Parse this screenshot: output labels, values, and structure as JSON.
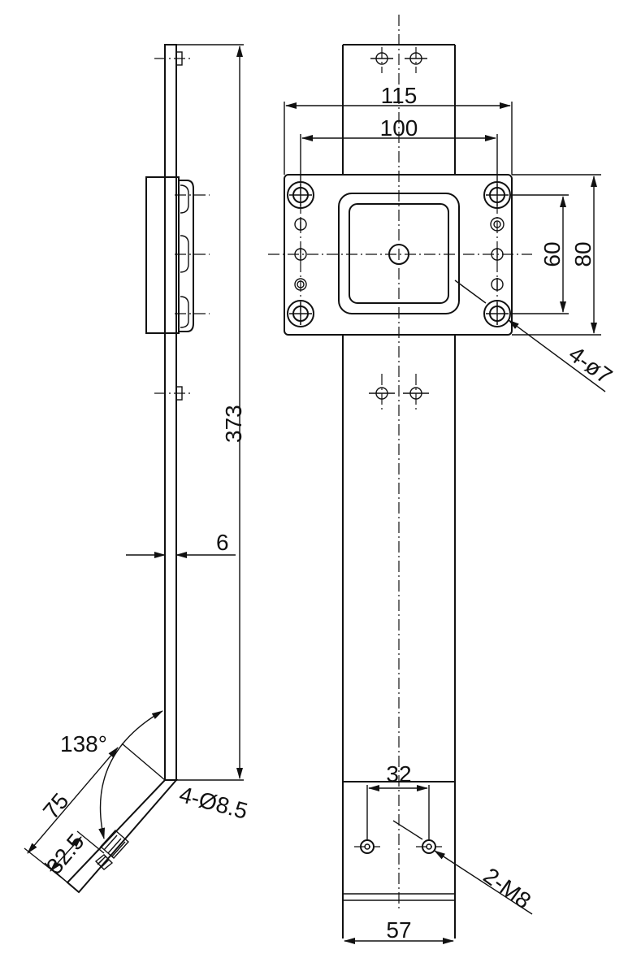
{
  "dimensions": {
    "overall_width": "115",
    "hole_spacing_width": "100",
    "hole_spacing_height": "60",
    "plate_height": "80",
    "mount_holes": "4-ø7",
    "total_length": "373",
    "thickness": "6",
    "bend_angle": "138°",
    "flange_length": "75",
    "flange_hole_offset": "32.5",
    "flange_holes": "4-Ø8.5",
    "tapped_spacing": "32",
    "tapped_holes": "2-M8",
    "bottom_width": "57"
  }
}
